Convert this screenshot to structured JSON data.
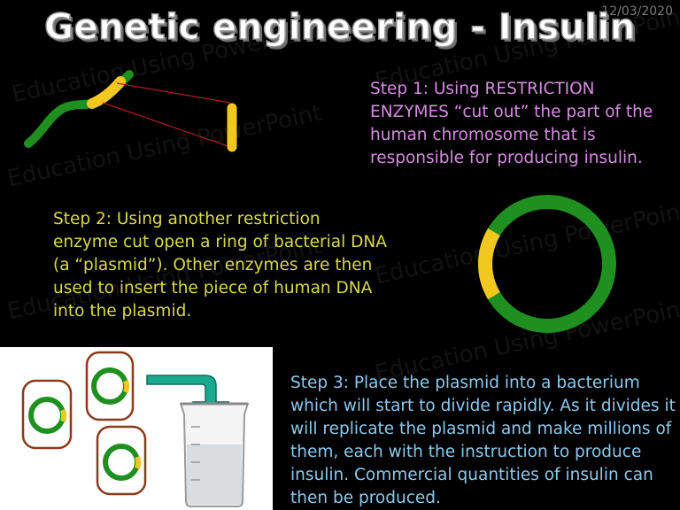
{
  "header": {
    "date": "12/03/2020",
    "title": "Genetic engineering - Insulin"
  },
  "steps": {
    "step1": "Step 1: Using RESTRICTION ENZYMES “cut out” the part of the human chromosome that is responsible for producing insulin.",
    "step2": "Step 2: Using another restriction enzyme cut open a ring of bacterial DNA (a “plasmid”). Other enzymes are then used to insert the piece of human DNA into the plasmid.",
    "step3": "Step 3: Place the plasmid into a bacterium which will start to divide rapidly. As it divides it will replicate the plasmid and make millions of them, each with the instruction to produce insulin. Commercial quantities of insulin can then be produced."
  },
  "watermark": "Education Using PowerPoint",
  "colors": {
    "dna_green": "#1f8f1f",
    "insulin_gene_yellow": "#f2c81e",
    "step1_text": "#d58ce0",
    "step2_text": "#d9d94a",
    "step3_text": "#8cc8ee",
    "arrow_teal": "#1aa890"
  },
  "icons": [
    "chromosome-icon",
    "insulin-gene-icon",
    "plasmid-icon",
    "bacterium-icon",
    "arrow-icon",
    "beaker-icon"
  ]
}
